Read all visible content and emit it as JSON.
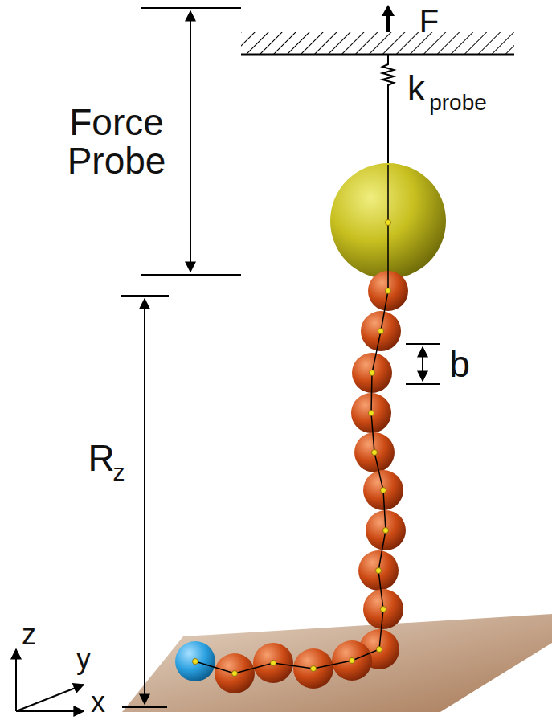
{
  "diagram": {
    "labels": [
      "Force Probe",
      "F",
      "k",
      "probe",
      "R",
      "z",
      "b",
      "z",
      "y",
      "x"
    ]
  }
}
